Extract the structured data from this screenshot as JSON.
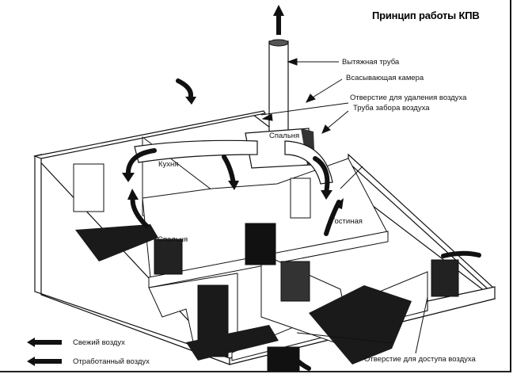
{
  "title": "Принцип работы КПВ",
  "callouts": {
    "exhaust_pipe": "Вытяжная труба",
    "suction_chamber": "Всасывающая камера",
    "air_removal_opening": "Отверстие для удаления воздуха",
    "air_intake_pipe": "Труба забора воздуха",
    "air_access_opening": "Отверстие для доступа воздуха"
  },
  "rooms": {
    "kitchen": "Кухня",
    "bedroom_back": "Спальня",
    "bedroom_front": "Спальня",
    "living_room": "Гостиная"
  },
  "legend": [
    {
      "label": "Свежий воздух",
      "icon": "fresh-air-arrow-icon"
    },
    {
      "label": "Отработанный воздух",
      "icon": "exhaust-air-arrow-icon"
    }
  ],
  "colors": {
    "ink": "#111111",
    "paper": "#ffffff",
    "shadow": "#1a1a1a"
  }
}
